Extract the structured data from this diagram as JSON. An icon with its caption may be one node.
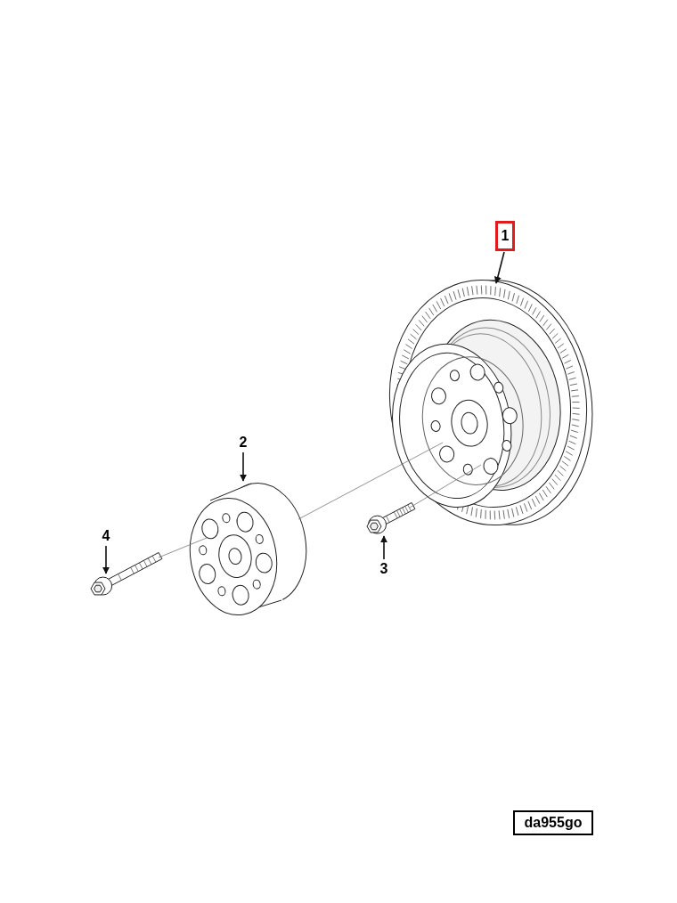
{
  "diagram": {
    "nodes": [
      {
        "text": [
          "1"
        ]
      },
      {
        "text": [
          "2"
        ]
      },
      {
        "text": [
          "3"
        ]
      },
      {
        "text": [
          "4"
        ]
      },
      {
        "text": [],
        "shape": "picture"
      },
      {
        "text": [],
        "shape": "picture"
      },
      {
        "text": [],
        "shape": "picture"
      },
      {
        "text": [],
        "shape": "picture"
      }
    ],
    "edges": [
      {
        "from": 0,
        "to": 4,
        "arrow": "to"
      },
      {
        "from": 1,
        "to": 5,
        "arrow": "to"
      },
      {
        "from": 2,
        "to": 6,
        "arrow": "to"
      },
      {
        "from": 3,
        "to": 7,
        "arrow": "to"
      },
      {
        "from": 7,
        "to": 5,
        "arrow": "none",
        "color": "#777777"
      },
      {
        "from": 5,
        "to": 4,
        "arrow": "none",
        "color": "#777777"
      },
      {
        "from": 6,
        "to": 4,
        "arrow": "none",
        "color": "#777777"
      }
    ],
    "labels": [
      "da955go"
    ]
  }
}
